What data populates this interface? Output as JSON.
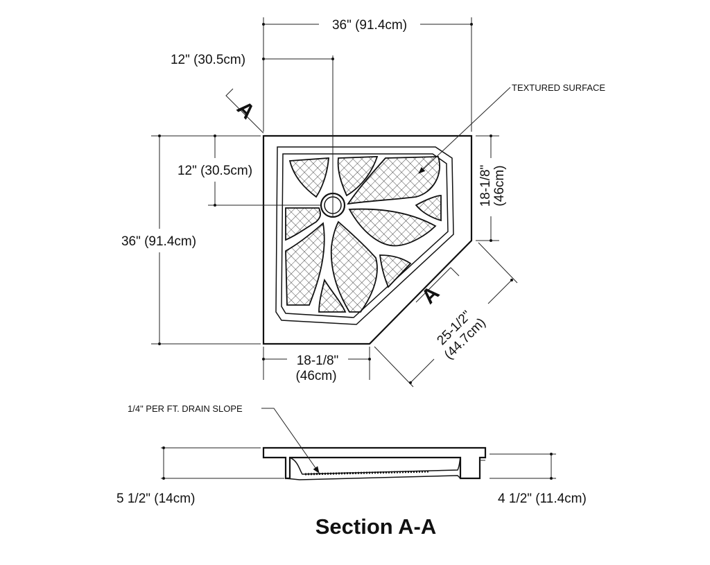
{
  "dimensions": {
    "top_width": "36\" (91.4cm)",
    "drain_offset_x": "12\" (30.5cm)",
    "drain_offset_y": "12\" (30.5cm)",
    "left_height": "36\" (91.4cm)",
    "right_side": [
      "18-1/8\"",
      "(46cm)"
    ],
    "bottom_side": [
      "18-1/8\"",
      "(46cm)"
    ],
    "diagonal": [
      "25-1/2\"",
      "(44.7cm)"
    ],
    "section_left_height": "5 1/2\" (14cm)",
    "section_right_height": "4 1/2\" (11.4cm)"
  },
  "annotations": {
    "textured_surface": "TEXTURED SURFACE",
    "drain_slope": "1/4\" PER FT. DRAIN SLOPE"
  },
  "section_markers": {
    "top_left": "A",
    "bottom_right": "A"
  },
  "section_title": "Section A-A",
  "colors": {
    "line": "#111111",
    "background": "#ffffff"
  }
}
